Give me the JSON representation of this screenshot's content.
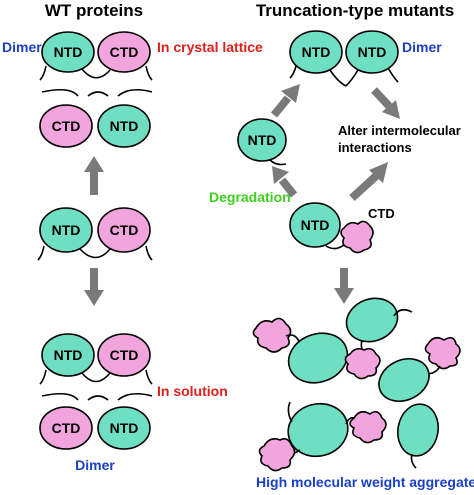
{
  "titles": {
    "left": "WT proteins",
    "right": "Truncation-type mutants"
  },
  "domains": {
    "ntd": "NTD",
    "ctd": "CTD"
  },
  "labels": {
    "dimer": "Dimer",
    "in_crystal_lattice": "In crystal lattice",
    "in_solution": "In solution",
    "alter_line1": "Alter intermolecular",
    "alter_line2": "interactions",
    "degradation": "Degradation",
    "ctd_label": "CTD",
    "high_mw": "High molecular weight aggregates"
  },
  "colors": {
    "ntd_fill": "#6fdfc3",
    "ctd_fill": "#f2a4dc",
    "arrow": "#7a7a7a",
    "dimer_text": "#1a3fc9",
    "red_text": "#e0201b",
    "green_text": "#3fcf1f",
    "blue_text": "#1a3fc9"
  }
}
